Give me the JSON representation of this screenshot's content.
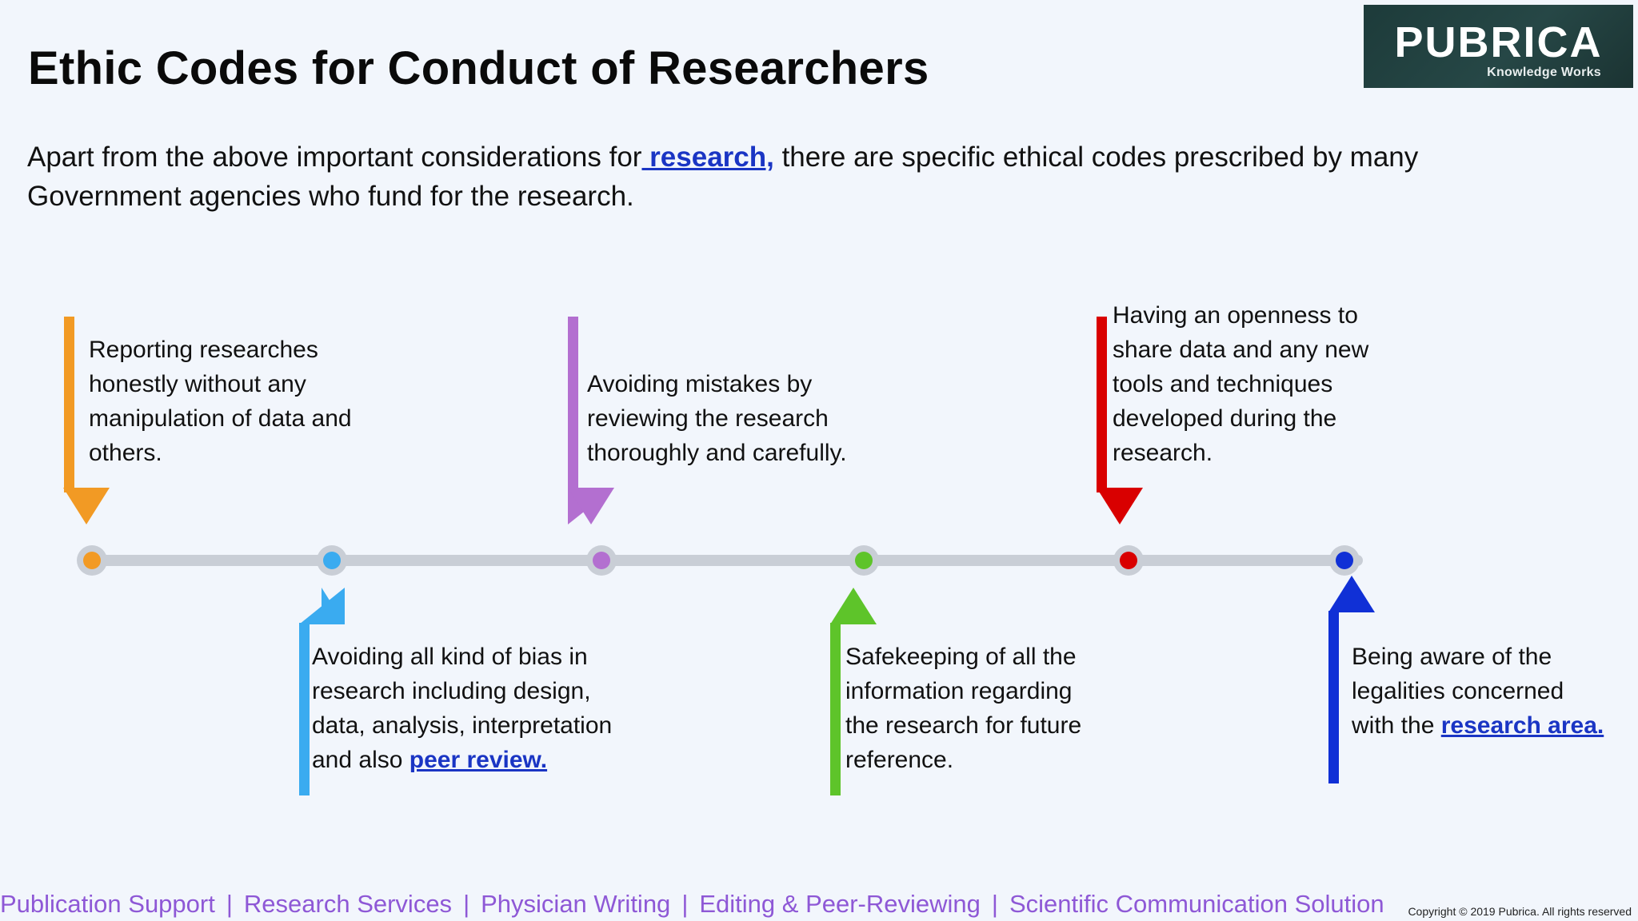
{
  "page": {
    "title": "Ethic Codes for Conduct of Researchers",
    "logo": {
      "name": "PUBRICA",
      "tagline": "Knowledge Works"
    },
    "intro": {
      "before_link": "Apart from the above important considerations for",
      "link": " research,",
      "after_link": " there are specific ethical codes prescribed by many Government agencies who fund for the research."
    }
  },
  "timeline": {
    "points": [
      {
        "color": "#f29a24",
        "text": "Reporting researches honestly without any manipulation of data and others."
      },
      {
        "color": "#3aabf0",
        "text_before": "Avoiding all kind of bias in research including design, data, analysis, interpretation and also ",
        "link": "peer review."
      },
      {
        "color": "#b36fd0",
        "text": "Avoiding mistakes by reviewing the research thoroughly and carefully."
      },
      {
        "color": "#5ec42a",
        "text": "Safekeeping of all the information  regarding the research for future reference."
      },
      {
        "color": "#d90000",
        "text": "Having an openness to share data and any new tools and techniques developed during the research."
      },
      {
        "color": "#1030d6",
        "text_before": "Being aware of the legalities concerned with the ",
        "link": "research area."
      }
    ]
  },
  "footer": {
    "links": [
      "Publication Support",
      "Research Services",
      "Physician Writing",
      "Editing & Peer-Reviewing",
      "Scientific  Communication Solution"
    ],
    "copyright": "Copyright © 2019 Pubrica. All rights reserved"
  }
}
